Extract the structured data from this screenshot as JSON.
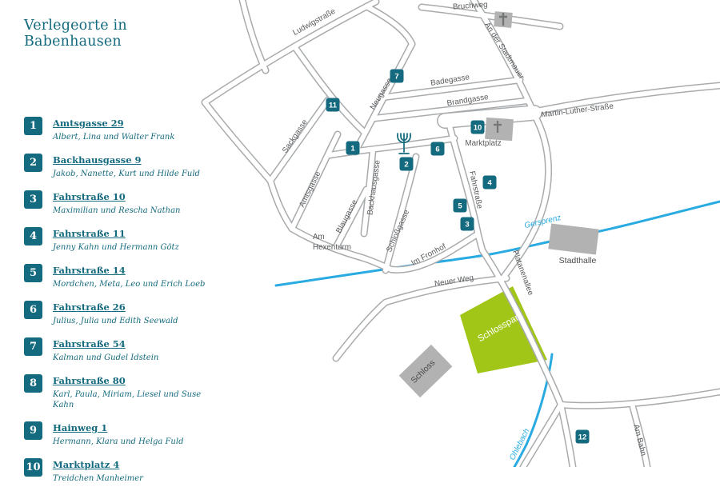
{
  "title": "Verlegeorte in Babenhausen",
  "colors": {
    "teal": "#146a7e",
    "river_blue": "#29abe2",
    "park_green": "#a2c617",
    "building_gray": "#b2b2b2",
    "street_casing": "#a8abad",
    "street_text": "#58595b"
  },
  "legend": {
    "items": [
      {
        "num": "1",
        "address": "Amtsgasse 29",
        "names": "Albert, Lina und Walter Frank"
      },
      {
        "num": "2",
        "address": "Backhausgasse 9",
        "names": "Jakob, Nanette, Kurt und Hilde Fuld"
      },
      {
        "num": "3",
        "address": "Fahrstraße 10",
        "names": "Maximilian und Rescha Nathan"
      },
      {
        "num": "4",
        "address": "Fahrstraße 11",
        "names": "Jenny Kahn und Hermann Götz"
      },
      {
        "num": "5",
        "address": "Fahrstraße 14",
        "names": "Mordchen, Meta, Leo und Erich Loeb"
      },
      {
        "num": "6",
        "address": "Fahrstraße 26",
        "names": "Julius, Julia und Edith Seewald"
      },
      {
        "num": "7",
        "address": "Fahrstraße 54",
        "names": "Kalman und Gudel Idstein"
      },
      {
        "num": "8",
        "address": "Fahrstraße 80",
        "names": "Karl, Paula, Miriam, Liesel und Suse Kahn"
      },
      {
        "num": "9",
        "address": "Hainweg 1",
        "names": "Hermann, Klara und Helga Fuld"
      },
      {
        "num": "10",
        "address": "Marktplatz 4",
        "names": "Treidchen Manheimer"
      }
    ]
  },
  "map": {
    "labels": {
      "ludwigstrasse": "Ludwigstraße",
      "bruchweg": "Bruchweg",
      "an_der_stadtmauer": "An der Stadtmauer",
      "martin_luther_strasse": "Martin-Luther-Straße",
      "badegasse": "Badegasse",
      "brandgasse": "Brandgasse",
      "neugasse": "Neugasse",
      "sackgasse": "Sackgasse",
      "amtsgasse": "Amtsgasse",
      "backhausgasse": "Backhausgasse",
      "blaugasse": "Blaugasse",
      "schlossgasse": "Schloßgasse",
      "fahrstrasse": "Fahrstraße",
      "marktplatz": "Marktplatz",
      "am_hexenturm_1": "Am",
      "am_hexenturm_2": "Hexenturm",
      "im_fronhof": "Im Fronhof",
      "neuer_weg": "Neuer Weg",
      "gersprenz": "Gersprenz",
      "platanenallee": "Platanenallee",
      "schlosspark": "Schlosspark",
      "schloss": "Schloss",
      "stadthalle": "Stadthalle",
      "ohlebach": "Ohlebach",
      "am_bahn": "Am Bahn"
    },
    "markers": {
      "m1": "1",
      "m2": "2",
      "m3": "3",
      "m4": "4",
      "m5": "5",
      "m6": "6",
      "m7": "7",
      "m10": "10",
      "m11": "11",
      "m12": "12"
    }
  }
}
